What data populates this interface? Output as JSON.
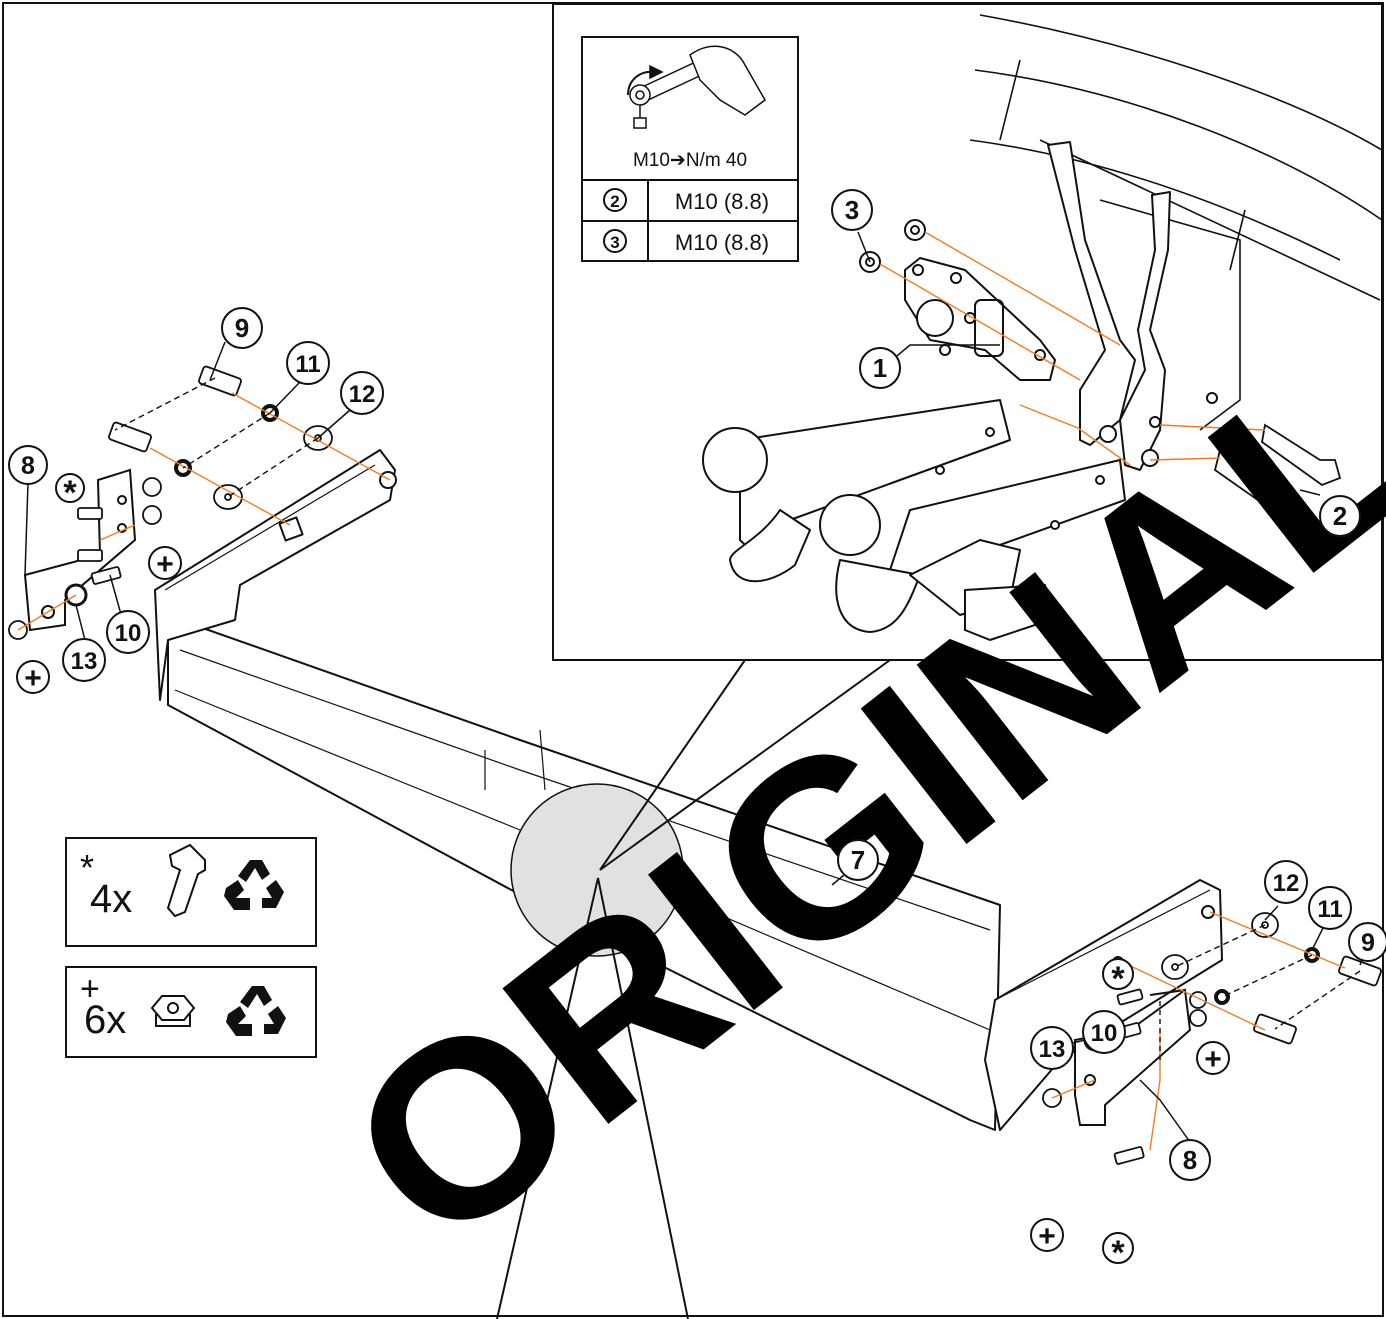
{
  "torque_table": {
    "header": "M10➔N/m 40",
    "rows": [
      {
        "ref": "2",
        "spec": "M10 (8.8)"
      },
      {
        "ref": "3",
        "spec": "M10 (8.8)"
      }
    ]
  },
  "callouts": {
    "c1": "1",
    "c2": "2",
    "c3": "3",
    "c7": "7",
    "c8": "8",
    "c8b": "8",
    "c9": "9",
    "c9b": "9",
    "c10": "10",
    "c10b": "10",
    "c11": "11",
    "c11b": "11",
    "c12": "12",
    "c12b": "12",
    "c13": "13",
    "c13b": "13"
  },
  "legend": {
    "bolts": {
      "mark": "*",
      "qty": "4x"
    },
    "nuts": {
      "mark": "+",
      "qty": "6x"
    }
  },
  "watermark": "ORIGINAL",
  "colors": {
    "line": "#111111",
    "accent": "#f07d22",
    "watermark": "#000000",
    "zoom_circle": "#e1e1e1"
  },
  "icons": [
    "wrench-hand-icon",
    "bolt-icon",
    "nut-icon",
    "recycle-icon"
  ]
}
